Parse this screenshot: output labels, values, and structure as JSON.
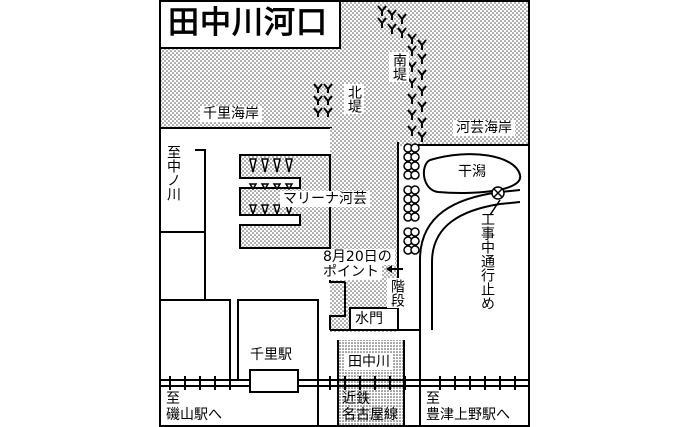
{
  "title": "田中川河口",
  "labels": {
    "south_jetty": "南堤",
    "north_jetty": "北堤",
    "chisato_coast": "千里海岸",
    "kawage_coast": "河芸海岸",
    "to_nakanogawa": "至中ノ川",
    "higata": "干潟",
    "marina": "マリーナ河芸",
    "road_closed": "工事中通行止め",
    "point_line1": "8月20日の",
    "point_line2": "ポイント",
    "stairs": "階段",
    "floodgate": "水門",
    "chisato_station": "千里駅",
    "river": "田中川",
    "to_isoyama_line1": "至",
    "to_isoyama_line2": "磯山駅へ",
    "railway_line1": "近鉄",
    "railway_line2": "名古屋線",
    "to_toyotsu_line1": "至",
    "to_toyotsu_line2": "豊津上野駅へ"
  },
  "colors": {
    "sea": "#d9d9d9",
    "land": "#ffffff",
    "ink": "#000000"
  }
}
